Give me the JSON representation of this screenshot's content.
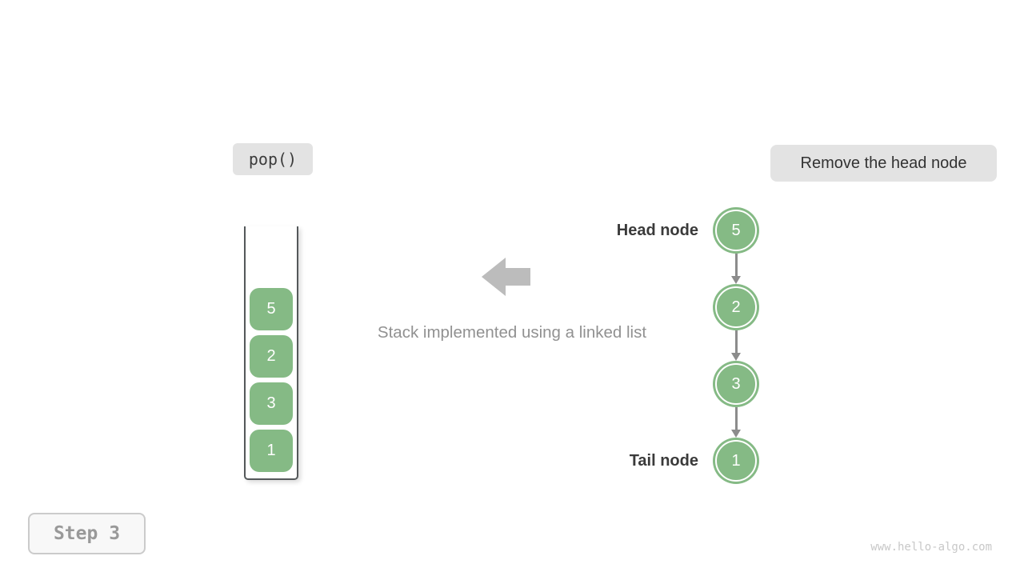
{
  "operation_badge": {
    "label": "pop()"
  },
  "description_badge": {
    "label": "Remove the head node"
  },
  "stack": {
    "items_top_to_bottom": [
      "5",
      "2",
      "3",
      "1"
    ]
  },
  "center": {
    "caption": "Stack implemented using a linked list",
    "arrow_icon": "left-arrow"
  },
  "linked_list": {
    "head_label": "Head node",
    "tail_label": "Tail node",
    "nodes_head_to_tail": [
      "5",
      "2",
      "3",
      "1"
    ]
  },
  "step_badge": {
    "label": "Step 3"
  },
  "watermark": {
    "label": "www.hello-algo.com"
  },
  "colors": {
    "node_green": "#85ba85",
    "badge_gray": "#e3e3e3",
    "big_arrow_gray": "#bcbcbc",
    "connector_gray": "#8c8c8c",
    "container_border": "#54585a",
    "label_dark": "#3a3a3a",
    "caption_gray": "#919191",
    "step_text_gray": "#999999",
    "watermark_gray": "#c8c8c8"
  }
}
